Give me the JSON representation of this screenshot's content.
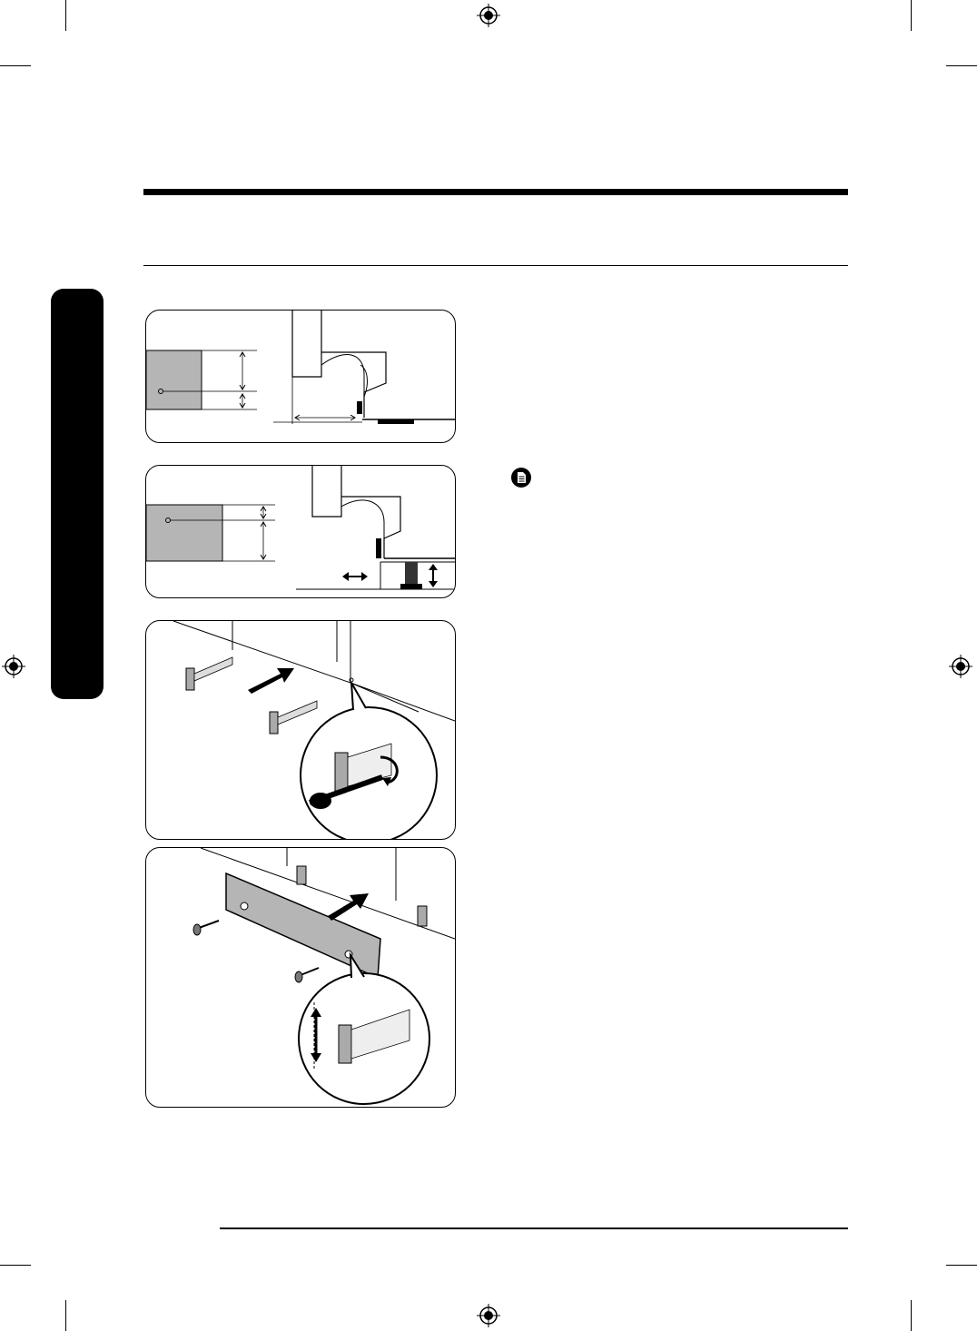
{
  "page": {
    "header_rule": "thick",
    "section_rule": "thin",
    "footer_rule": "thin"
  },
  "side_tab": {
    "color": "#000000"
  },
  "note": {
    "icon": "note-icon"
  },
  "figures": [
    {
      "id": "fig-1",
      "description_icon": "leveling-side-view"
    },
    {
      "id": "fig-2",
      "description_icon": "leveling-leg-adjust"
    },
    {
      "id": "fig-3",
      "description_icon": "bracket-insertion"
    },
    {
      "id": "fig-4",
      "description_icon": "panel-attachment"
    }
  ],
  "colors": {
    "panel_fill": "#b5b5b5",
    "line": "#000000",
    "background": "#ffffff"
  }
}
